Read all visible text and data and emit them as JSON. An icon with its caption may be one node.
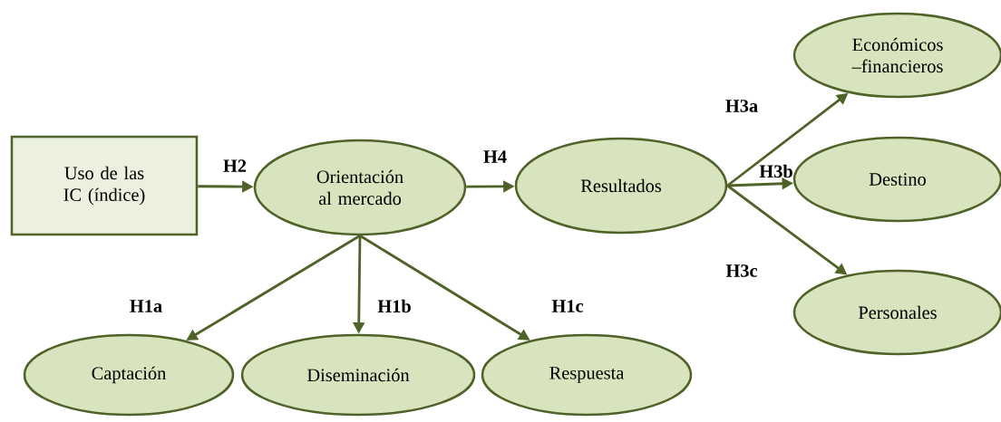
{
  "diagram": {
    "nodes": [
      {
        "text": [
          "Uso de las IC (índice)"
        ]
      },
      {
        "text": [
          "Orientación al mercado"
        ]
      },
      {
        "text": [
          "Resultados"
        ]
      },
      {
        "text": [
          "Económicos –financieros"
        ]
      },
      {
        "text": [
          "Destino"
        ]
      },
      {
        "text": [
          "Personales"
        ]
      },
      {
        "text": [
          "Captación"
        ]
      },
      {
        "text": [
          "Diseminación"
        ]
      },
      {
        "text": [
          "Respuesta"
        ]
      }
    ],
    "edges": [
      {
        "from": 0,
        "to": 1,
        "arrow": "to",
        "label": "H2"
      },
      {
        "from": 1,
        "to": 2,
        "arrow": "to",
        "label": "H4"
      },
      {
        "from": 2,
        "to": 3,
        "arrow": "to",
        "label": "H3a"
      },
      {
        "from": 2,
        "to": 4,
        "arrow": "to",
        "label": "H3b"
      },
      {
        "from": 2,
        "to": 5,
        "arrow": "to",
        "label": "H3c"
      },
      {
        "from": 1,
        "to": 6,
        "arrow": "to",
        "label": "H1a"
      },
      {
        "from": 1,
        "to": 7,
        "arrow": "to",
        "label": "H1b"
      },
      {
        "from": 1,
        "to": 8,
        "arrow": "to",
        "label": "H1c"
      }
    ]
  }
}
